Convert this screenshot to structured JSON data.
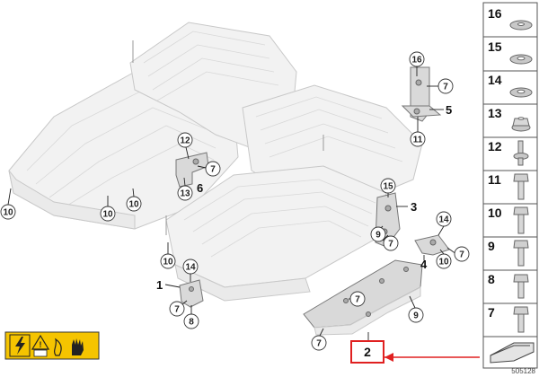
{
  "callouts": {
    "c16": "16",
    "c7a": "7",
    "c5": "5",
    "c11": "11",
    "c12": "12",
    "c7b": "7",
    "c13": "13",
    "c6": "6",
    "c10a": "10",
    "c10b": "10",
    "c10c": "10",
    "c15": "15",
    "c3": "3",
    "c9a": "9",
    "c7c": "7",
    "c14a": "14",
    "c4": "4",
    "c10d": "10",
    "c7d": "7",
    "c10e": "10",
    "c14b": "14",
    "c1": "1",
    "c7e": "7",
    "c8": "8",
    "c7f": "7",
    "c9b": "9",
    "c7g": "7",
    "c2": "2"
  },
  "sidebar": {
    "items": [
      "16",
      "15",
      "14",
      "13",
      "12",
      "11",
      "10",
      "9",
      "8",
      "7"
    ]
  },
  "reference_number": "505128",
  "colors": {
    "highlight_red": "#e02020",
    "warning_yellow": "#f5c400"
  }
}
